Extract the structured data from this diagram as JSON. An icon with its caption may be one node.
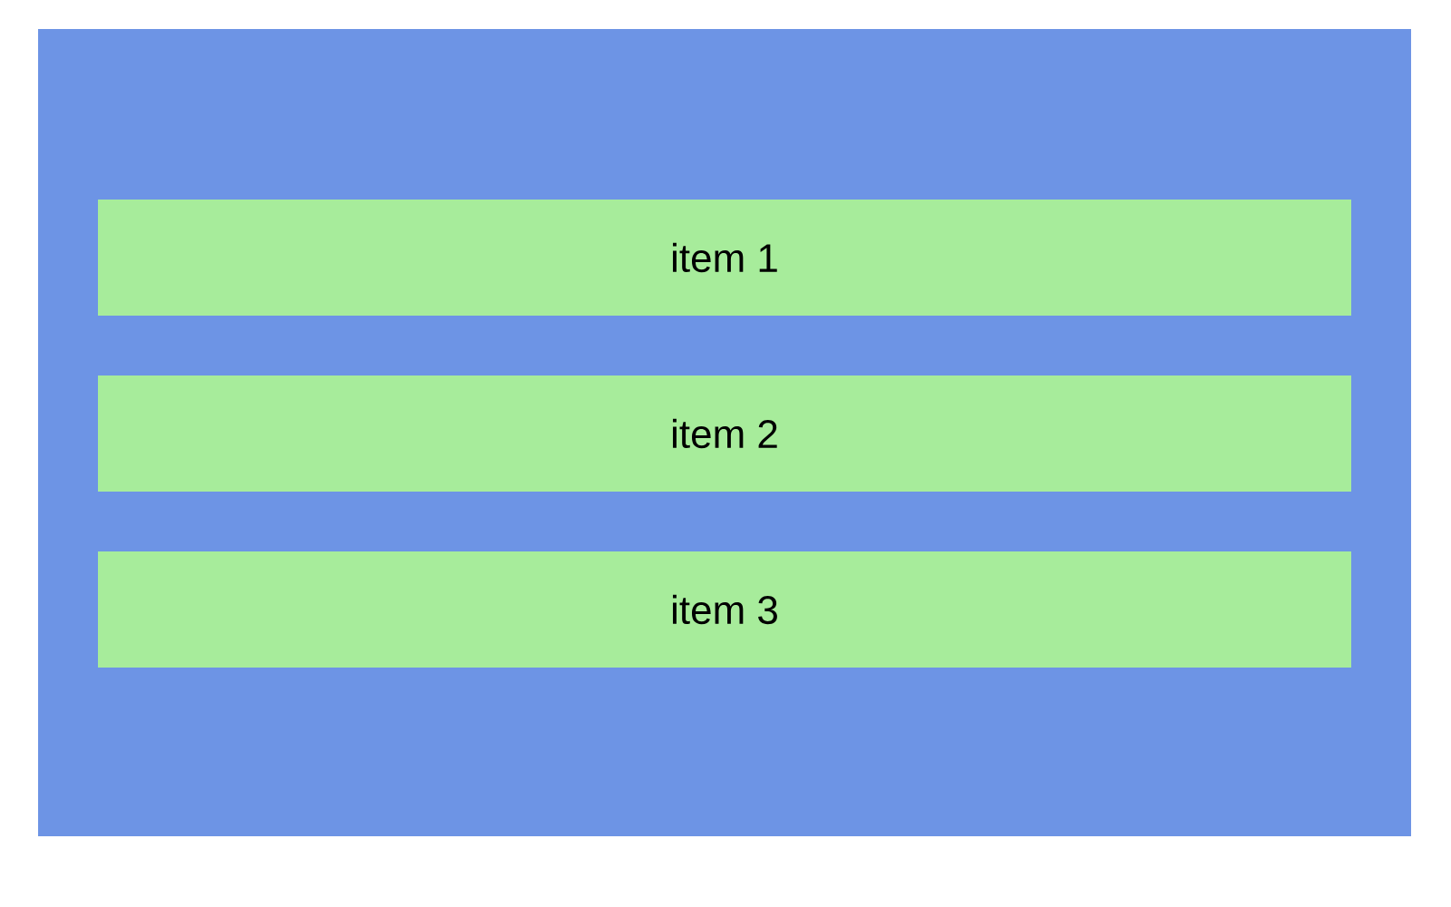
{
  "diagram": {
    "nodes": [
      {
        "text": [],
        "shape": "box"
      },
      {
        "text": [
          "item 1"
        ],
        "in": 0
      },
      {
        "text": [
          "item 2"
        ],
        "in": 0
      },
      {
        "text": [
          "item 3"
        ],
        "in": 0
      }
    ]
  }
}
